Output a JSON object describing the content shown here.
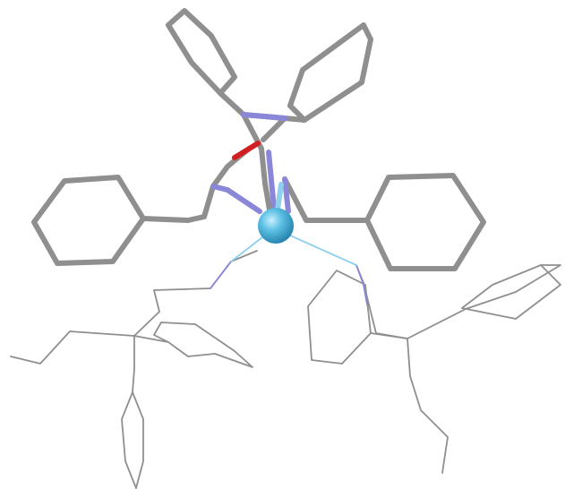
{
  "scene": {
    "background": "#ffffff",
    "colors": {
      "carbon": "#8f8f8f",
      "nitrogen": "#8a86d8",
      "oxygen": "#d21e1e",
      "metal": "#5cc0e4",
      "metal_highlight": "#c8f0ff",
      "coordination_bond": "#8fd0ee"
    },
    "metal_center": {
      "icon": "metal-atom-sphere"
    },
    "fragments": {
      "foreground": "stick-rendered-ligand",
      "background": "wireframe-counter-ligands"
    }
  }
}
